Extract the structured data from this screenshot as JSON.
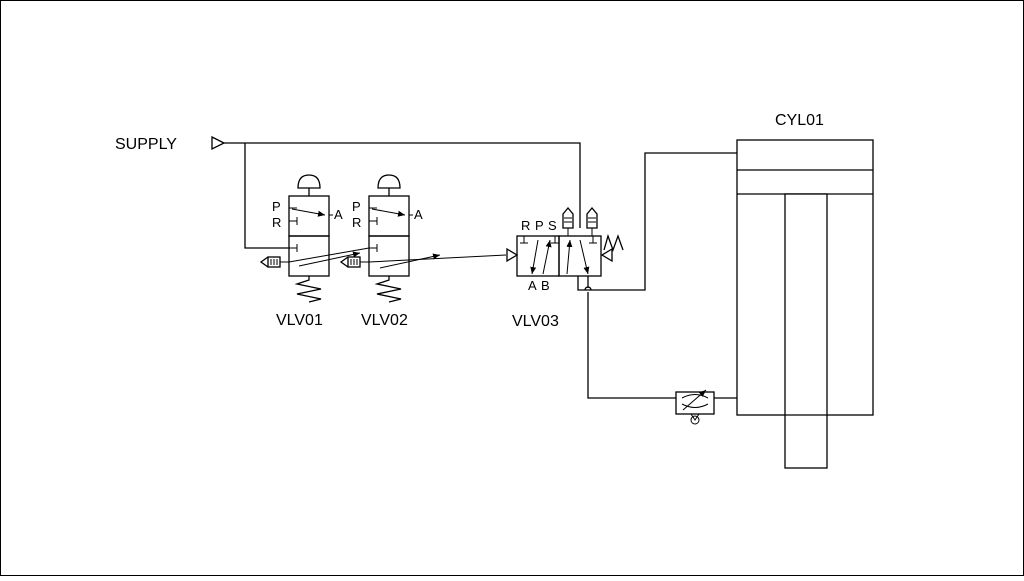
{
  "diagram": {
    "supply_label": "SUPPLY",
    "cylinder": {
      "label": "CYL01"
    },
    "valves": [
      {
        "label": "VLV01",
        "port_p": "P",
        "port_r": "R",
        "port_a": "A"
      },
      {
        "label": "VLV02",
        "port_p": "P",
        "port_r": "R",
        "port_a": "A"
      },
      {
        "label": "VLV03",
        "port_r": "R",
        "port_p": "P",
        "port_s": "S",
        "port_a": "A",
        "port_b": "B"
      }
    ]
  }
}
